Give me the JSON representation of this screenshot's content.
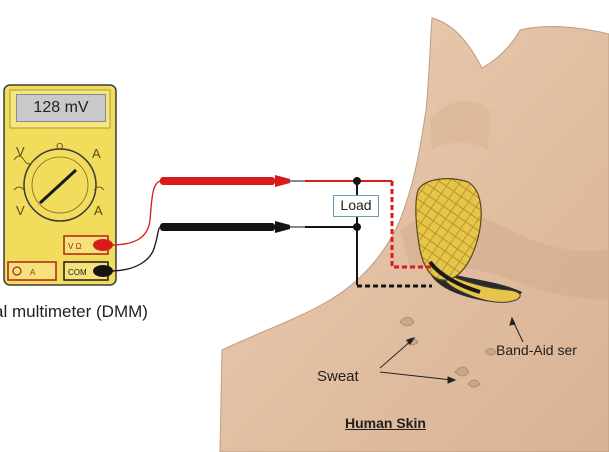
{
  "meter": {
    "reading": "128 mV",
    "dial_left": "V",
    "dial_top": "Ω",
    "dial_right": "A",
    "dial_right_low": "A",
    "dial_left_low": "V",
    "port_voltage": "V Ω",
    "port_com": "COM",
    "port_amp": "A"
  },
  "labels": {
    "dmm": "al multimeter (DMM)",
    "load": "Load",
    "sweat": "Sweat",
    "bandaid": "Band-Aid ser",
    "skin": "Human Skin"
  },
  "colors": {
    "meter_body": "#f2dc5c",
    "meter_frame": "#3c3c3c",
    "red_lead": "#d81b1b",
    "black_lead": "#141414",
    "skin": "#e6c4a6",
    "sensor_yellow": "#e7c54a",
    "load_border": "#6e9bb0"
  }
}
